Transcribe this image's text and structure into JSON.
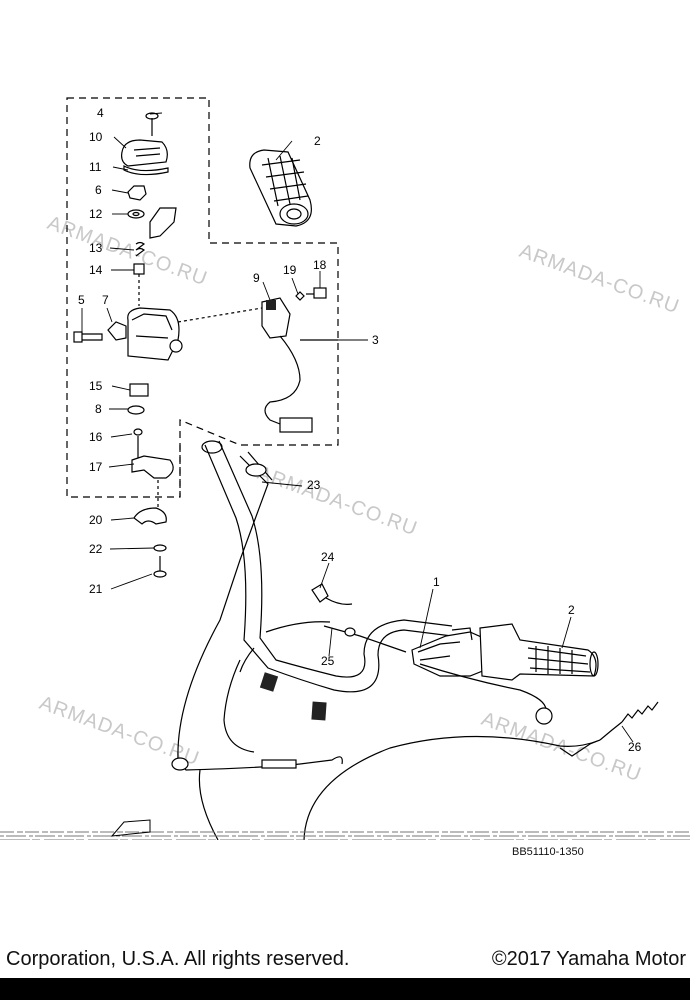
{
  "watermark_text": "ARMADA-CO.RU",
  "callouts": [
    "1",
    "2",
    "2",
    "3",
    "4",
    "5",
    "6",
    "7",
    "8",
    "9",
    "10",
    "11",
    "12",
    "13",
    "14",
    "15",
    "16",
    "17",
    "18",
    "19",
    "20",
    "21",
    "22",
    "23",
    "24",
    "25",
    "26"
  ],
  "diagram_code": "BB51110-1350",
  "footer": {
    "left": "Corporation, U.S.A. All rights reserved.",
    "right": "©2017 Yamaha Motor"
  }
}
